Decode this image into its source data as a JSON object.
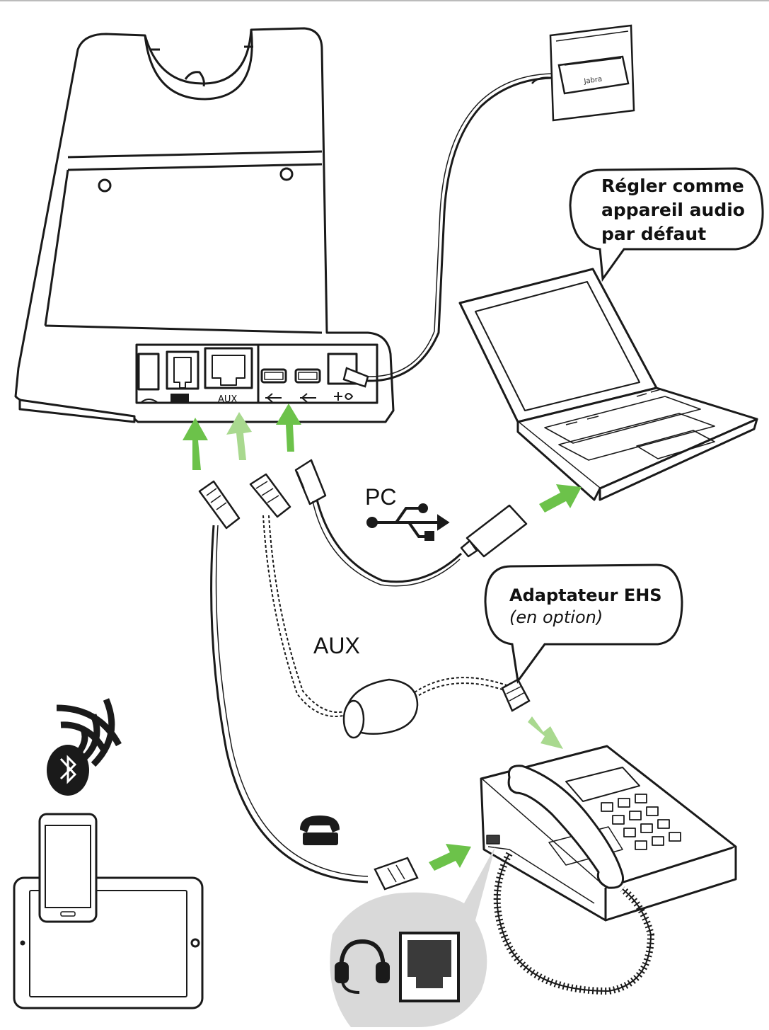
{
  "labels": {
    "pc": "PC",
    "aux": "AUX",
    "base_aux_port": "AUX"
  },
  "bubbles": {
    "default_audio": [
      "Régler comme",
      "appareil audio",
      "par défaut"
    ],
    "ehs_title": "Adaptateur EHS",
    "ehs_subtitle": "(en option)"
  },
  "wall_adapter_brand": "Jabra",
  "icons": [
    "bluetooth-icon",
    "usb-icon",
    "phone-handset-icon",
    "headset-icon",
    "rj-port-icon"
  ],
  "colors": {
    "arrow_green": "#6cc24a",
    "arrow_light_green": "#a9d98f",
    "line": "#1a1a1a",
    "callout_grey": "#d9d9d9",
    "port_dark": "#3a3a3a"
  }
}
